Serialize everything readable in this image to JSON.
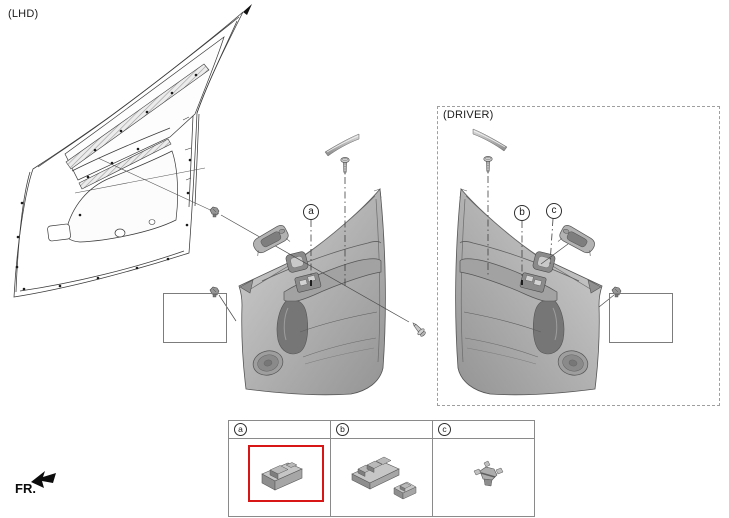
{
  "diagram": {
    "lhd_label": "(LHD)",
    "driver_label": "(DRIVER)",
    "fr_label": "FR.",
    "callouts": [
      {
        "id": "a",
        "label": "a"
      },
      {
        "id": "b",
        "label": "b"
      },
      {
        "id": "c",
        "label": "c"
      }
    ]
  },
  "legend": {
    "cells": [
      {
        "label": "a",
        "part": "power-window-sub-switch",
        "highlighted": true
      },
      {
        "label": "b",
        "part": "power-window-main-switch-assembly",
        "highlighted": false
      },
      {
        "label": "c",
        "part": "door-trim-retainer-clip",
        "highlighted": false
      }
    ],
    "highlight_color": "#d81616"
  },
  "colors": {
    "line": "#3a3a3a",
    "panel_gray": "#b2b2b2",
    "highlight": "#d81616"
  }
}
